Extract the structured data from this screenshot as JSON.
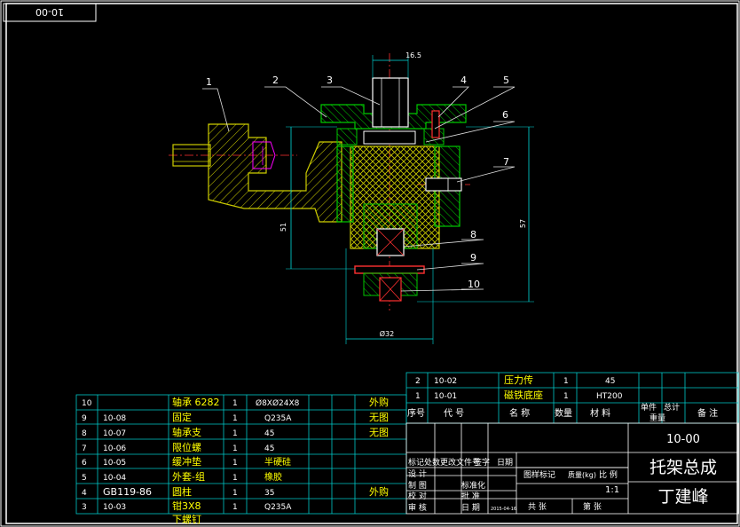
{
  "drawing_number_tab": "10-00",
  "balloons": [
    "1",
    "2",
    "3",
    "4",
    "5",
    "6",
    "7",
    "8",
    "9",
    "10"
  ],
  "dimensions": {
    "top_width": "16.5",
    "left_height": "51",
    "right_height": "57",
    "bottom_dia": "Ø32"
  },
  "parts_top": [
    {
      "no": "2",
      "code": "10-02",
      "name": "压力传",
      "qty": "1",
      "mat": "45"
    },
    {
      "no": "1",
      "code": "10-01",
      "name": "磁铁底座",
      "qty": "1",
      "mat": "HT200"
    }
  ],
  "parts_header": {
    "no": "序号",
    "code": "代  号",
    "name": "名  称",
    "qty": "数量",
    "mat": "材  料",
    "unit": "单件",
    "total": "总计",
    "weight": "重量",
    "note": "备  注"
  },
  "parts_left": [
    {
      "no": "10",
      "code": "",
      "name": "轴承 6282",
      "qty": "1",
      "mat": "Ø8XØ24X8",
      "note": "外购"
    },
    {
      "no": "9",
      "code": "10-08",
      "name": "固定",
      "qty": "1",
      "mat": "Q235A",
      "note": "无图"
    },
    {
      "no": "8",
      "code": "10-07",
      "name": "轴承支",
      "qty": "1",
      "mat": "45",
      "note": "无图"
    },
    {
      "no": "7",
      "code": "10-06",
      "name": "限位螺",
      "qty": "1",
      "mat": "45",
      "note": ""
    },
    {
      "no": "6",
      "code": "10-05",
      "name": "缓冲垫",
      "qty": "1",
      "mat": "半硬硅",
      "note": ""
    },
    {
      "no": "5",
      "code": "10-04",
      "name": "外套-组",
      "qty": "1",
      "mat": "橡胶",
      "note": ""
    },
    {
      "no": "4",
      "code": "GB119-86",
      "name": "圆柱",
      "qty": "1",
      "mat": "35",
      "note": "外购"
    },
    {
      "no": "3",
      "code": "10-03",
      "name": "钳3X8",
      "qty": "1",
      "mat": "Q235A",
      "note": ""
    }
  ],
  "overflow_label": "下螺钉",
  "title_block": {
    "drawing_no": "10-00",
    "title": "托架总成",
    "designer": "丁建峰",
    "scale": "1:1",
    "row_labels": [
      "标记",
      "处数",
      "更改文件号",
      "签字",
      "日期"
    ],
    "design": "设 计",
    "draw": "制 图",
    "check": "校 对",
    "review": "审 核",
    "std": "标准化",
    "approve": "批 准",
    "date": "日 期",
    "stage": "图样标记",
    "weight": "质量(kg)",
    "ratio": "比 例",
    "total_sheets": "共     张",
    "sheet_no": "第     张",
    "small_date": "2015-04-16"
  },
  "colors": {
    "frame": "#ffffff",
    "table": "#00c8c8",
    "text": "#ffffff",
    "yellow": "#ffff00",
    "hatch": "#ffff00",
    "red": "#ff0000",
    "magenta": "#ff00ff",
    "dim": "#00dcdc",
    "label": "#ffff00"
  }
}
